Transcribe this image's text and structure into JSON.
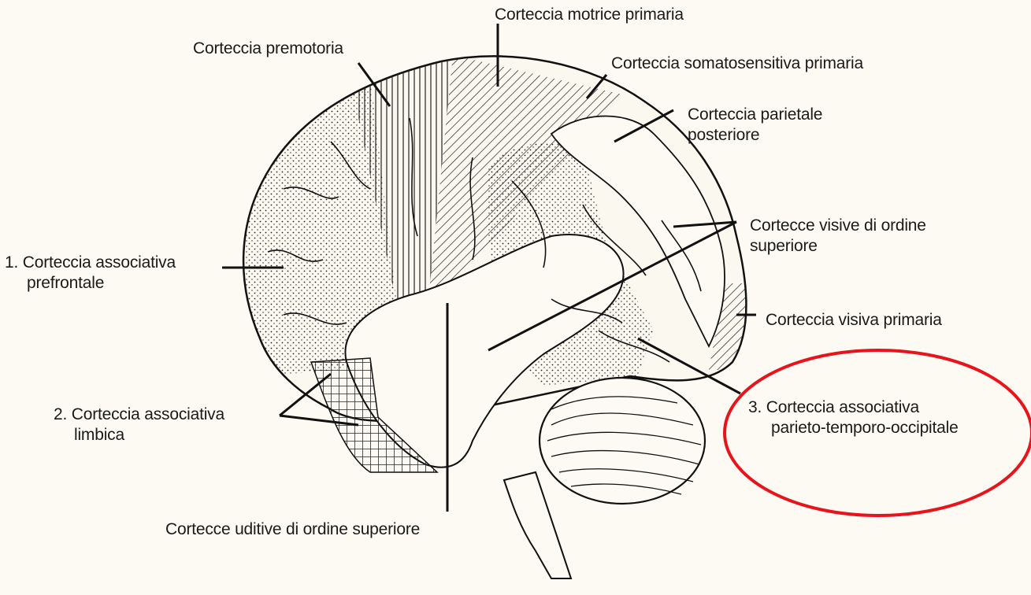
{
  "labels": {
    "motor_primary": "Corteccia motrice primaria",
    "premotor": "Corteccia premotoria",
    "somatosensory": "Corteccia somatosensitiva primaria",
    "parietal_posterior_1": "Corteccia parietale",
    "parietal_posterior_2": "posteriore",
    "visual_higher_1": "Cortecce visive di ordine",
    "visual_higher_2": "superiore",
    "visual_primary": "Corteccia visiva primaria",
    "prefrontal_1": "1. Corteccia associativa",
    "prefrontal_2": "prefrontale",
    "limbic_1": "2. Corteccia associativa",
    "limbic_2": "limbica",
    "pto_1": "3. Corteccia associativa",
    "pto_2": "parieto-temporo-occipitale",
    "auditory_higher": "Cortecce uditive di ordine superiore"
  },
  "colors": {
    "ink": "#1a1a1a",
    "paper": "#fdfaf3",
    "highlight": "#e8141c"
  }
}
